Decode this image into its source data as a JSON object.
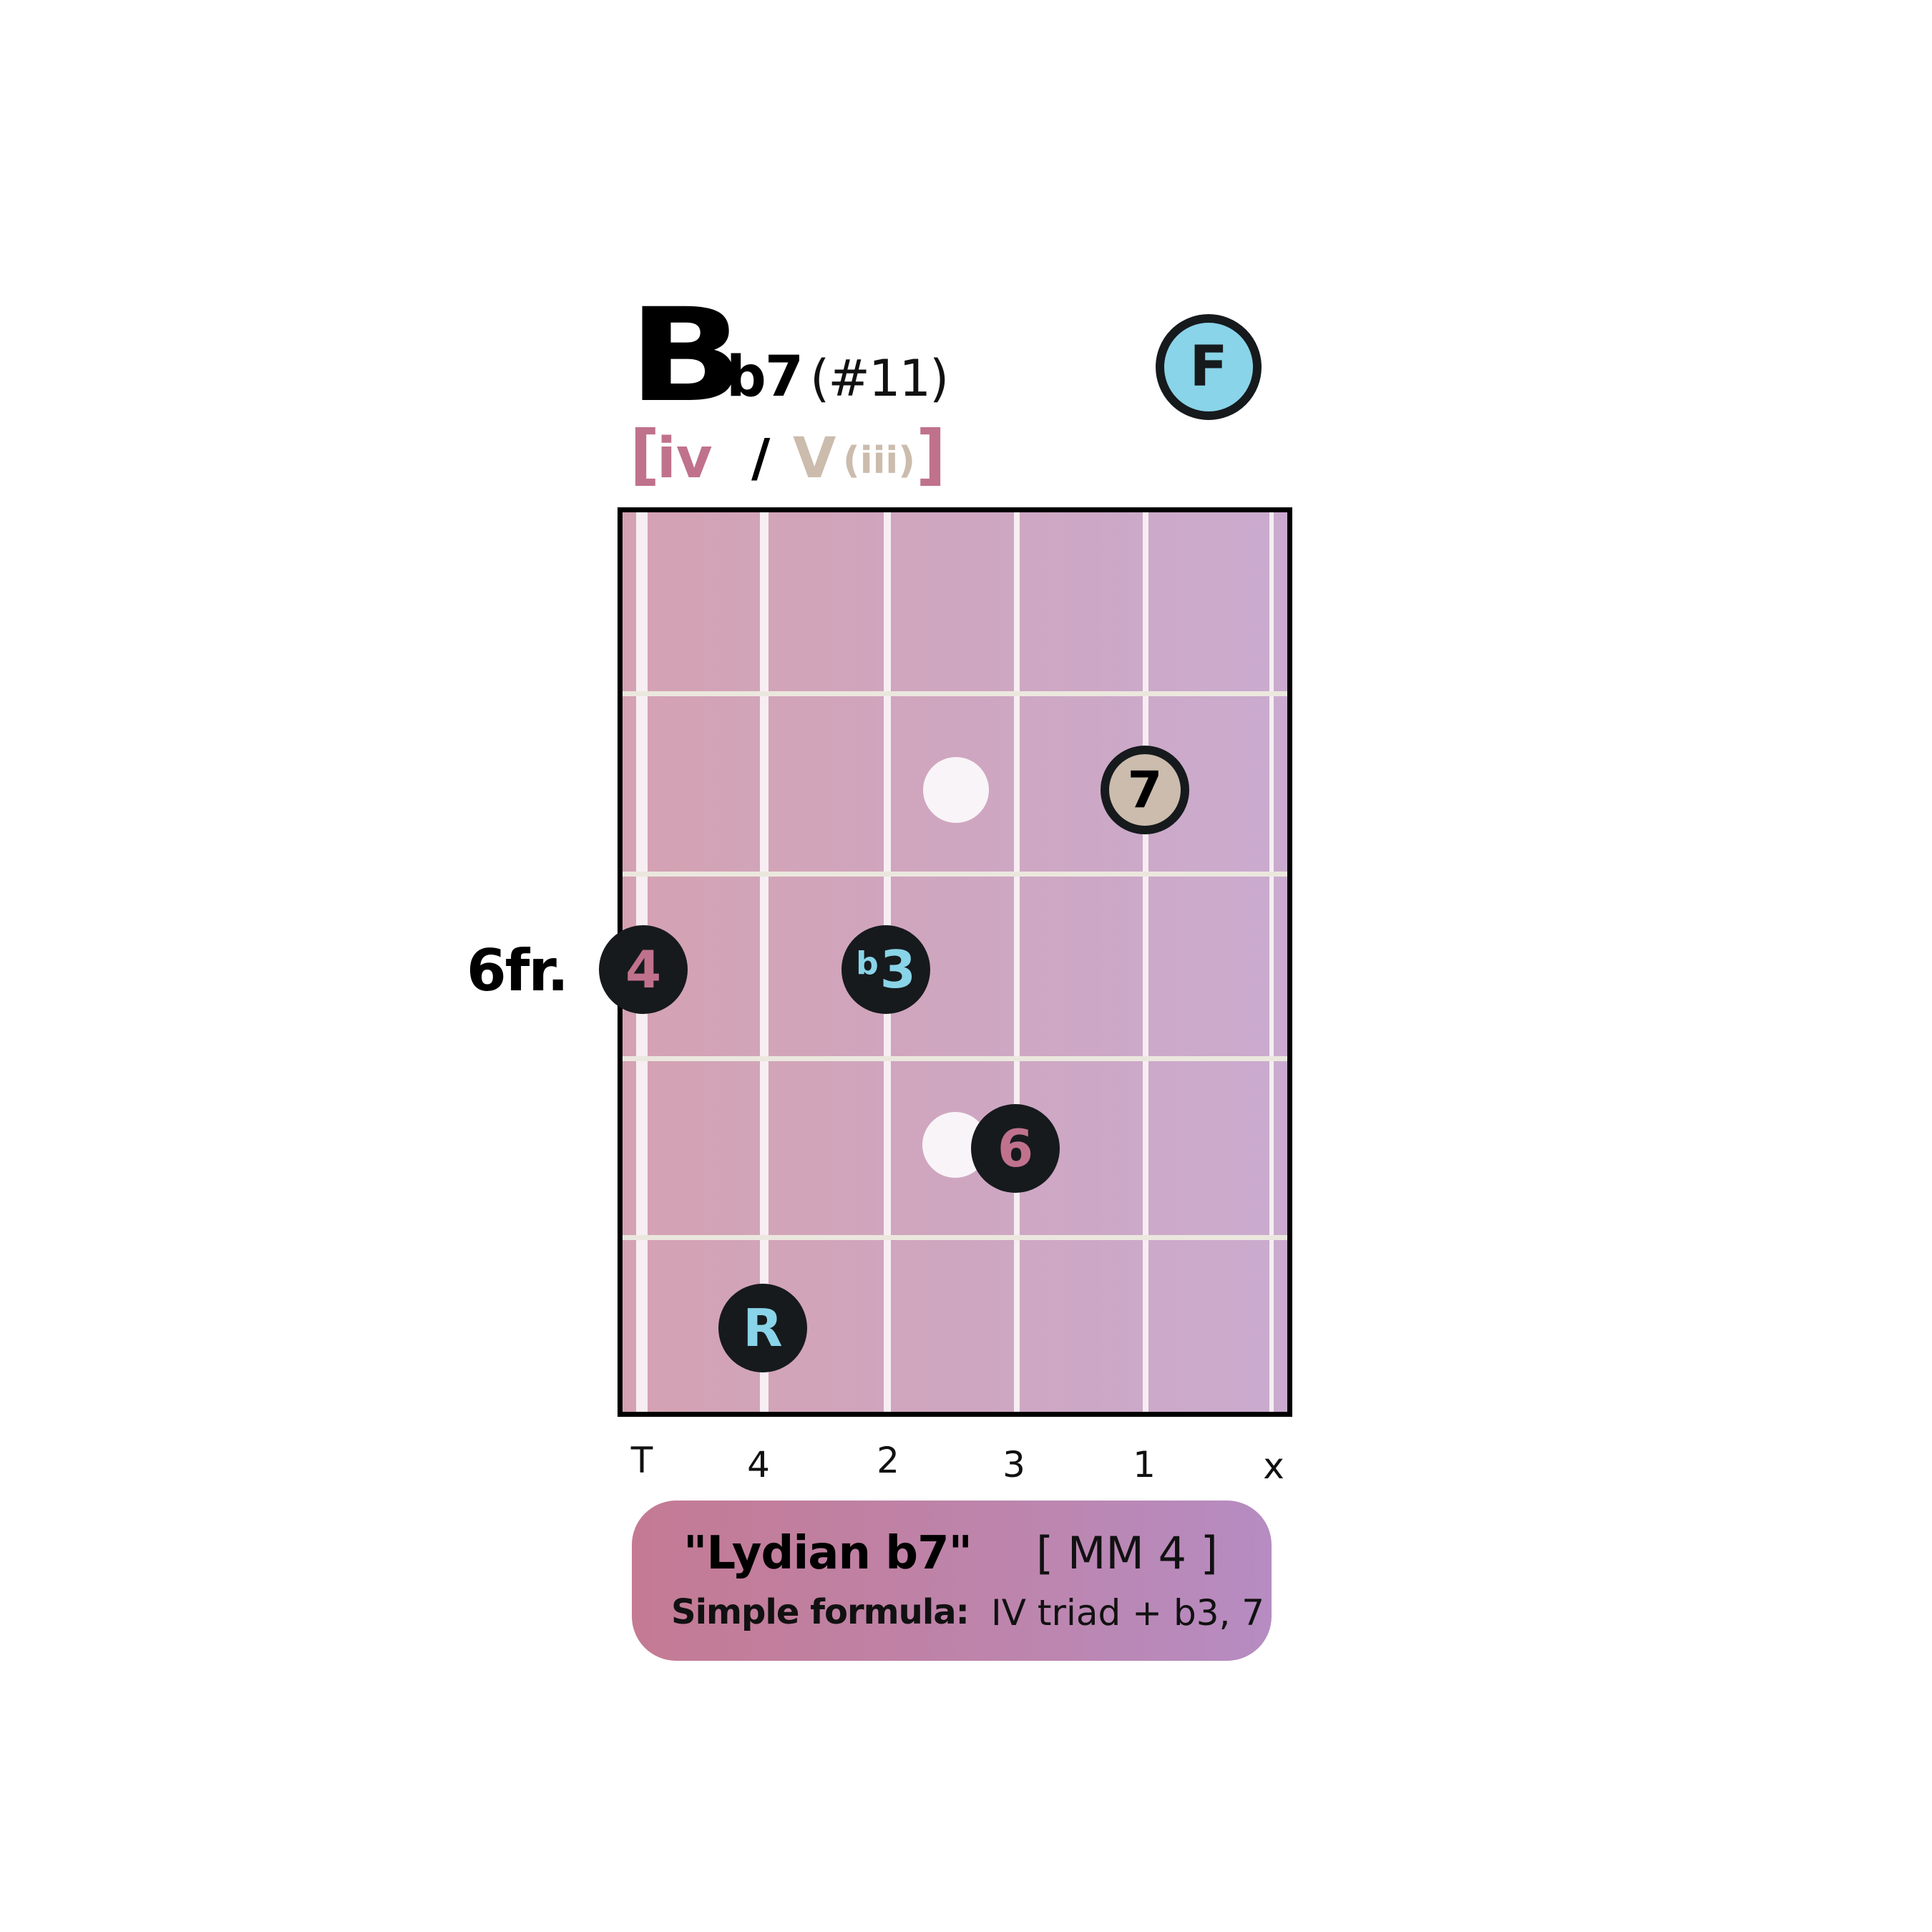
{
  "chord": {
    "root": "B",
    "quality": "b7",
    "extension": "(#11)",
    "key_badge": "F"
  },
  "roman": {
    "open_bracket": "[",
    "primary": "iv",
    "slash": "/",
    "secondary": "V",
    "secondary_sub": "(iii)",
    "close_bracket": "]"
  },
  "fretboard": {
    "start_fret_label": "6fr.",
    "strings": 6,
    "frets_shown": 5,
    "notes": [
      {
        "degree": "4",
        "string": 1,
        "fret_row": 3,
        "color": "#c0728c"
      },
      {
        "degree": "b3",
        "string": 3,
        "fret_row": 3,
        "color": "#89d4e8"
      },
      {
        "degree": "7",
        "string": 5,
        "fret_row": 2,
        "color": "#cbbcad"
      },
      {
        "degree": "6",
        "string": 4,
        "fret_row": 4,
        "color": "#c0728c"
      },
      {
        "degree": "R",
        "string": 2,
        "fret_row": 5,
        "color": "#89d4e8"
      }
    ],
    "fingers": [
      "T",
      "4",
      "2",
      "3",
      "1",
      "x"
    ]
  },
  "info": {
    "mode_name": "\"Lydian b7\"",
    "mode_code": "[ MM 4 ]",
    "formula_label": "Simple formula:",
    "formula_value": "IV triad + b3, 7"
  },
  "colors": {
    "pink": "#c0728c",
    "blue": "#89d4e8",
    "tan": "#cbbcad",
    "dark": "#161a1d"
  }
}
